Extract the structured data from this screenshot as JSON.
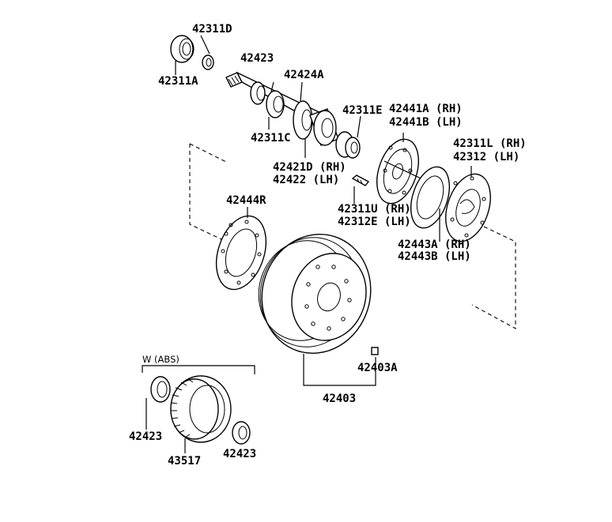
{
  "labels": {
    "p42311D": "42311D",
    "p42311A": "42311A",
    "p42423_top": "42423",
    "p42424A": "42424A",
    "p42311C": "42311C",
    "p42311E": "42311E",
    "p42441A": "42441A (RH)",
    "p42441B": "42441B (LH)",
    "p42311L": "42311L (RH)",
    "p42312": "42312 (LH)",
    "p42421D": "42421D (RH)",
    "p42422": "42422 (LH)",
    "p42444R": "42444R",
    "p42311U": "42311U (RH)",
    "p42312E": "42312E (LH)",
    "p42443A": "42443A (RH)",
    "p42443B": "42443B (LH)",
    "p42403A": "42403A",
    "p42403": "42403",
    "group_abs": "W (ABS)",
    "p42423_left": "42423",
    "p43517": "43517",
    "p42423_right": "42423"
  }
}
